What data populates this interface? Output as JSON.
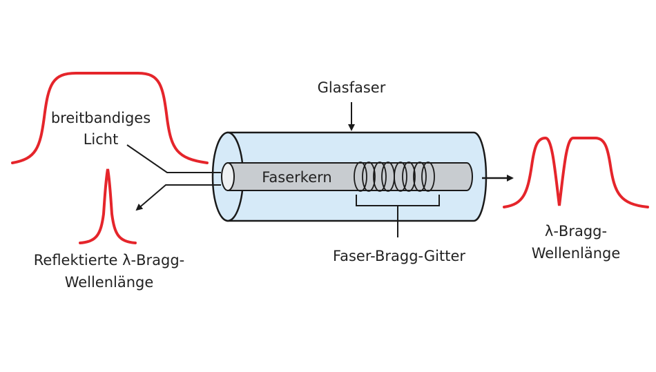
{
  "labels": {
    "glass_fiber": "Glasfaser",
    "broadband_line1": "breitbandiges",
    "broadband_line2": "Licht",
    "fiber_core": "Faserkern",
    "grating": "Faser-Bragg-Gitter",
    "reflected_line1": "Reflektierte λ-Bragg-",
    "reflected_line2": "Wellenlänge",
    "transmitted_line1": "λ-Bragg-",
    "transmitted_line2": "Wellenlänge"
  },
  "colors": {
    "spectrum": "#e5252b",
    "fiber_fill": "#d6eaf8",
    "fiber_outline": "#1a1a1a",
    "core_fill": "#c8ccd0",
    "text": "#222222"
  }
}
